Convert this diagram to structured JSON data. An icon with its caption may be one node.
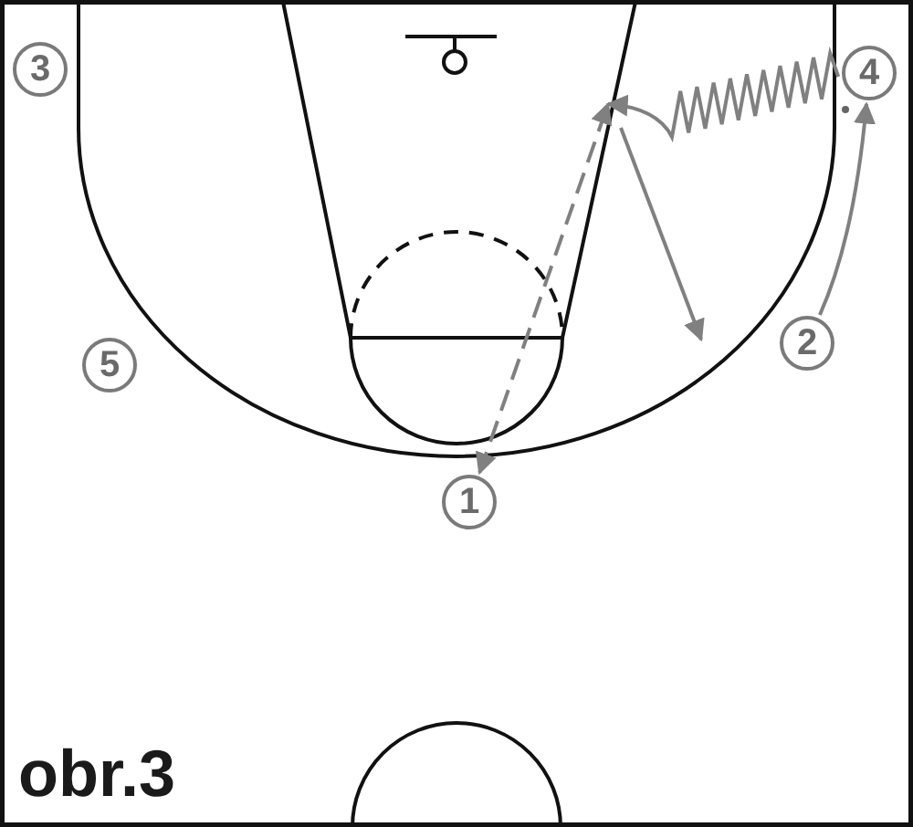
{
  "diagram": {
    "caption": "obr.3",
    "nodes": [
      {
        "text": [
          "3"
        ]
      },
      {
        "text": [
          "4"
        ]
      },
      {
        "text": [
          "5"
        ]
      },
      {
        "text": [
          "2"
        ]
      },
      {
        "text": [
          "1"
        ]
      }
    ],
    "edges": [
      {
        "from": 4,
        "to": null,
        "arrow": "both",
        "style": "dashed"
      },
      {
        "from": 1,
        "to": null,
        "arrow": "to"
      },
      {
        "from": 3,
        "to": 1,
        "arrow": "to"
      }
    ]
  }
}
